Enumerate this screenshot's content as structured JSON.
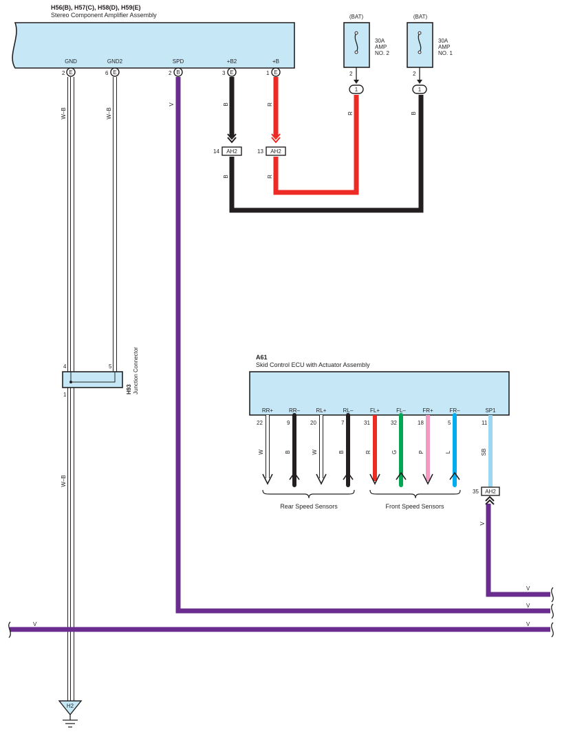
{
  "amplifier": {
    "code": "H56(B), H57(C), H58(D), H59(E)",
    "name": "Stereo Component Amplifier Assembly",
    "pins": [
      {
        "label": "GND",
        "num": "2",
        "conn": "E",
        "wire": "W–B"
      },
      {
        "label": "GND2",
        "num": "6",
        "conn": "E",
        "wire": "W–B"
      },
      {
        "label": "SPD",
        "num": "2",
        "conn": "B",
        "wire": "V"
      },
      {
        "label": "+B2",
        "num": "3",
        "conn": "E",
        "wire": "B"
      },
      {
        "label": "+B",
        "num": "1",
        "conn": "E",
        "wire": "R"
      }
    ]
  },
  "fuses": [
    {
      "source": "(BAT)",
      "rating": "30A",
      "line1": "AMP",
      "line2": "NO. 2",
      "pin": "2",
      "conn": "1",
      "wire": "R"
    },
    {
      "source": "(BAT)",
      "rating": "30A",
      "line1": "AMP",
      "line2": "NO. 1",
      "pin": "2",
      "conn": "1",
      "wire": "B"
    }
  ],
  "junction_ah2": [
    {
      "pin": "14",
      "label": "AH2",
      "wire": "B"
    },
    {
      "pin": "13",
      "label": "AH2",
      "wire": "R"
    },
    {
      "pin": "35",
      "label": "AH2",
      "wire": "V"
    }
  ],
  "junction_connector": {
    "code": "H93",
    "name": "Junction Connector",
    "pin_in_a": "4",
    "pin_in_b": "5",
    "pin_out": "1",
    "out_wire": "W–B"
  },
  "ground": {
    "label": "H2"
  },
  "ecu": {
    "code": "A61",
    "name": "Skid Control ECU with Actuator Assembly",
    "pins": [
      {
        "label": "RR+",
        "num": "22",
        "wire": "W"
      },
      {
        "label": "RR–",
        "num": "9",
        "wire": "B"
      },
      {
        "label": "RL+",
        "num": "20",
        "wire": "W"
      },
      {
        "label": "RL–",
        "num": "7",
        "wire": "B"
      },
      {
        "label": "FL+",
        "num": "31",
        "wire": "R"
      },
      {
        "label": "FL–",
        "num": "32",
        "wire": "G"
      },
      {
        "label": "FR+",
        "num": "18",
        "wire": "P"
      },
      {
        "label": "FR–",
        "num": "5",
        "wire": "L"
      },
      {
        "label": "SP1",
        "num": "11",
        "wire": "SB"
      }
    ],
    "groups": {
      "rear": "Rear Speed Sensors",
      "front": "Front Speed Sensors"
    }
  },
  "bus_labels": {
    "line1": "V",
    "line2": "V",
    "line3_left": "V",
    "line3_right": "V"
  },
  "colors": {
    "box_fill": "#c6e8f6",
    "violet": "#6a2c8e",
    "red": "#ee2a24",
    "black": "#231f20",
    "green": "#00a651",
    "pink": "#f49ac1",
    "blue": "#00aeef",
    "sky": "#9ad8f2"
  }
}
